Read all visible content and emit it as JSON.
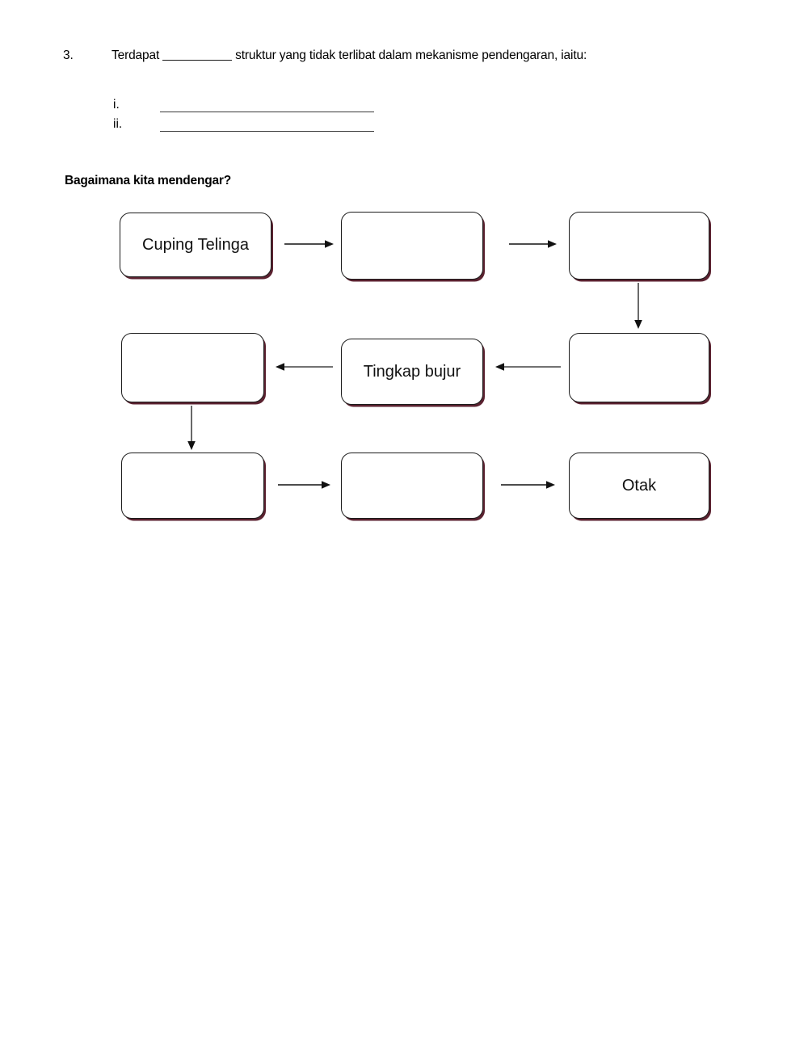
{
  "document": {
    "question": {
      "number": "3.",
      "text_before_blank": "Terdapat",
      "blank": "__________",
      "text_after_blank": "struktur yang tidak terlibat dalam mekanisme pendengaran, iaitu:",
      "answer_items": [
        {
          "label": "i.",
          "value": ""
        },
        {
          "label": "ii.",
          "value": ""
        }
      ]
    },
    "section": {
      "heading": "Bagaimana kita mendengar?"
    },
    "flowchart": {
      "type": "process-flow",
      "rows": 3,
      "columns": 3,
      "nodes": [
        {
          "id": "r1c1",
          "label": "Cuping Telinga"
        },
        {
          "id": "r1c2",
          "label": ""
        },
        {
          "id": "r1c3",
          "label": ""
        },
        {
          "id": "r2c1",
          "label": ""
        },
        {
          "id": "r2c2",
          "label": "Tingkap bujur"
        },
        {
          "id": "r2c3",
          "label": ""
        },
        {
          "id": "r3c1",
          "label": ""
        },
        {
          "id": "r3c2",
          "label": ""
        },
        {
          "id": "r3c3",
          "label": "Otak"
        }
      ],
      "connections": [
        {
          "from": "r1c1",
          "to": "r1c2",
          "direction": "right"
        },
        {
          "from": "r1c2",
          "to": "r1c3",
          "direction": "right"
        },
        {
          "from": "r1c3",
          "to": "r2c3",
          "direction": "down"
        },
        {
          "from": "r2c3",
          "to": "r2c2",
          "direction": "left"
        },
        {
          "from": "r2c2",
          "to": "r2c1",
          "direction": "left"
        },
        {
          "from": "r2c1",
          "to": "r3c1",
          "direction": "down"
        },
        {
          "from": "r3c1",
          "to": "r3c2",
          "direction": "right"
        },
        {
          "from": "r3c2",
          "to": "r3c3",
          "direction": "right"
        }
      ]
    },
    "colors": {
      "box_border": "#1c1c1c",
      "box_shadow": "#5b2230",
      "text": "#111111",
      "rule_line": "#3a3a3a",
      "page_background": "#ffffff"
    }
  }
}
